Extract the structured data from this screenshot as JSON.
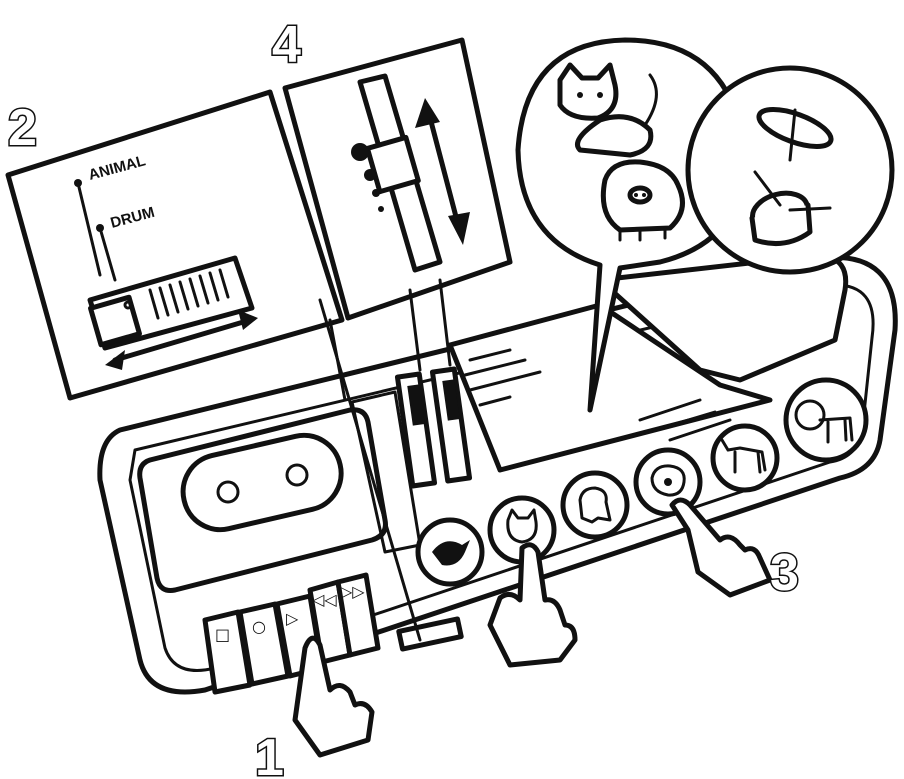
{
  "step_numbers": {
    "one": "1",
    "two": "2",
    "three": "3",
    "four": "4"
  },
  "switch_panel": {
    "option_top": "ANIMAL",
    "option_bottom": "DRUM"
  },
  "transport_buttons": [
    "stop",
    "record",
    "play",
    "rewind",
    "fast-forward"
  ],
  "transport_glyphs": {
    "stop": "□",
    "record": "○",
    "play": "▷",
    "rewind": "◁◁",
    "forward": "▷▷"
  },
  "animal_buttons": [
    "bird-icon",
    "cat-icon",
    "dog-icon",
    "pig-icon",
    "goat-icon",
    "lion-icon"
  ],
  "speech_bubble_sounds": [
    "cat-icon",
    "pig-icon"
  ],
  "drum_bubble_sounds": [
    "cymbal-icon",
    "drum-icon"
  ]
}
